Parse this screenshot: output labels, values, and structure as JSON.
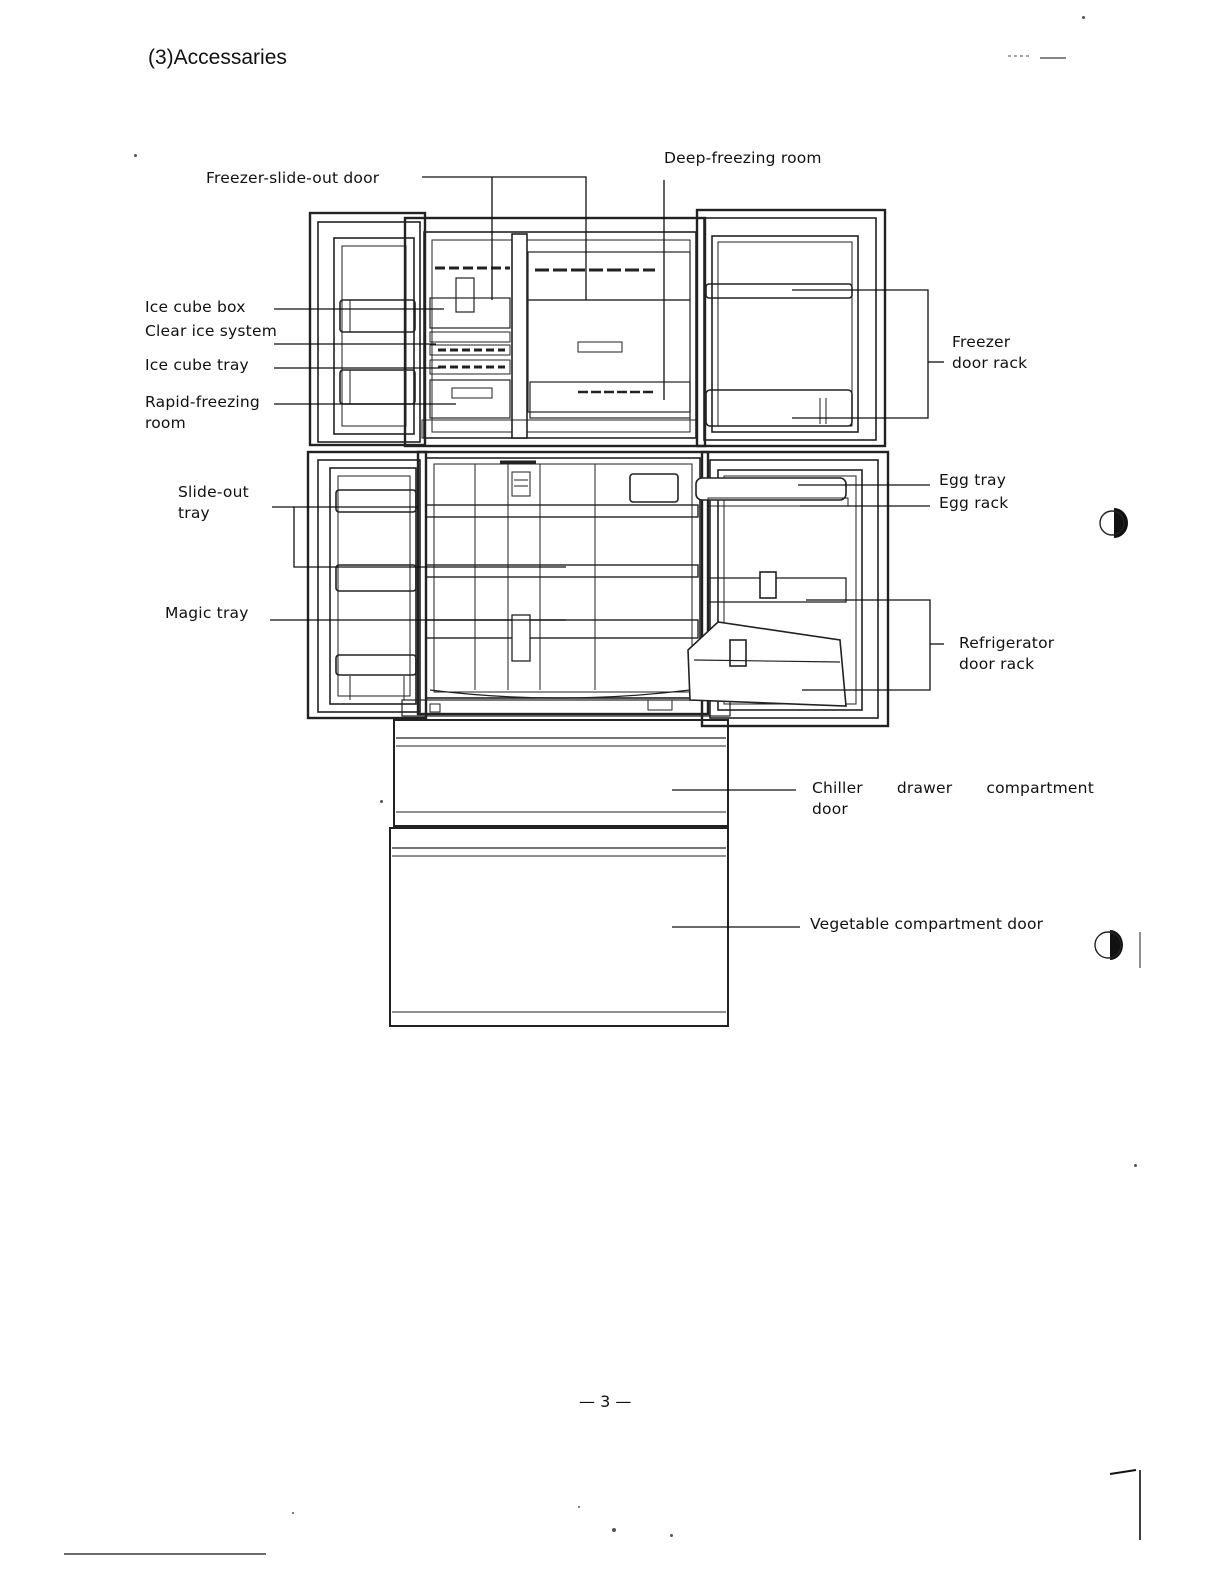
{
  "page": {
    "title": "(3)Accessaries",
    "page_number": "— 3 —"
  },
  "labels": {
    "freezer_slide_out_door": "Freezer-slide-out door",
    "deep_freezing_room": "Deep-freezing room",
    "ice_cube_box": "Ice cube box",
    "clear_ice_system": "Clear ice system",
    "ice_cube_tray": "Ice cube tray",
    "rapid_freezing_line1": "Rapid-freezing",
    "rapid_freezing_line2": "room",
    "freezer_door_rack_line1": "Freezer",
    "freezer_door_rack_line2": "door rack",
    "slide_out_tray_line1": "Slide-out",
    "slide_out_tray_line2": "tray",
    "egg_tray": "Egg tray",
    "egg_rack": "Egg rack",
    "magic_tray": "Magic tray",
    "refrigerator_door_rack_line1": "Refrigerator",
    "refrigerator_door_rack_line2": "door rack",
    "chiller_word1": "Chiller",
    "chiller_word2": "drawer",
    "chiller_word3": "compartment",
    "chiller_line2": "door",
    "vegetable_compartment_door": "Vegetable compartment door"
  }
}
